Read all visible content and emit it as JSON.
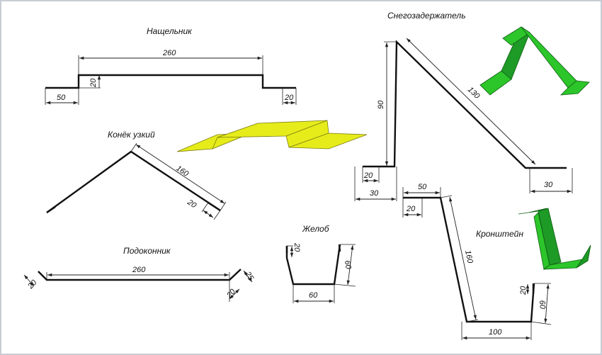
{
  "diagram": {
    "titles": {
      "nashchelnik": "Нащельник",
      "snegozaderzhatel": "Снегозадержатель",
      "konek": "Конёк узкий",
      "podokonnik": "Подоконник",
      "zhelob": "Желоб",
      "kronshtein": "Кронштейн"
    },
    "dimensions": {
      "nashchelnik": {
        "width": "260",
        "height": "20",
        "left": "50",
        "right": "20"
      },
      "snegozaderzhatel": {
        "height": "90",
        "slope": "130",
        "base_flange": "20",
        "base_width": "30",
        "right_flange": "30"
      },
      "konek": {
        "side": "160",
        "flange": "20"
      },
      "podokonnik": {
        "width": "260",
        "left": "20",
        "right_a": "25",
        "right_b": "20"
      },
      "zhelob": {
        "left": "20",
        "height": "60",
        "bottom": "60"
      },
      "kronshtein": {
        "top": "50",
        "flange": "20",
        "slope": "160",
        "bottom": "100",
        "lip": "20",
        "height": "60"
      }
    }
  },
  "colors": {
    "yellow_part": "#e6ec1a",
    "green_part": "#2cc52a",
    "dark_green_part": "#1e9a26",
    "line": "#111111"
  }
}
